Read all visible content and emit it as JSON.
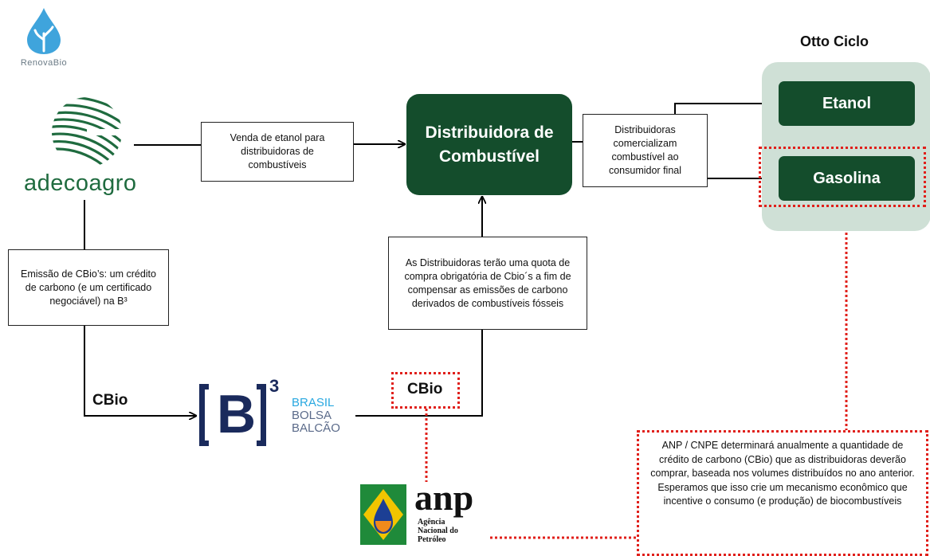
{
  "logos": {
    "renovabio": "RenovaBio",
    "adecoagro": "adecoagro",
    "b3_letter": "B",
    "b3_exp": "3",
    "b3_line1": "BRASIL",
    "b3_line2": "BOLSA",
    "b3_line3": "BALCÃO",
    "anp_name": "anp",
    "anp_sub1": "Agência",
    "anp_sub2": "Nacional do",
    "anp_sub3": "Petróleo"
  },
  "boxes": {
    "venda": "Venda de etanol para distribuidoras de combustíveis",
    "distribuidora": "Distribuidora de Combustível",
    "comercializam": "Distribuidoras comercializam combustível ao consumidor final",
    "emissao": "Emissão de CBio’s: um crédito de carbono (e um certificado negociável) na B³",
    "quota": "As Distribuidoras terão uma quota de compra obrigatória de Cbio´s a fim de compensar as emissões de carbono derivados de combustíveis fósseis",
    "anp_note": "ANP / CNPE determinará anualmente a quantidade de crédito de carbono (CBio) que as distribuidoras deverão comprar, baseada nos volumes distribuídos no ano anterior. Esperamos que isso crie um mecanismo econômico que incentive o consumo (e produção) de biocombustíveis"
  },
  "otto": {
    "title": "Otto Ciclo",
    "etanol": "Etanol",
    "gasolina": "Gasolina"
  },
  "labels": {
    "cbio_left": "CBio",
    "cbio_right": "CBio"
  },
  "colors": {
    "dark_green": "#144d2c",
    "otto_panel": "#cfe0d6",
    "dotted_red": "#e0201b",
    "b3_blue": "#1a2a5c",
    "b3_light_blue": "#29a8e0"
  }
}
